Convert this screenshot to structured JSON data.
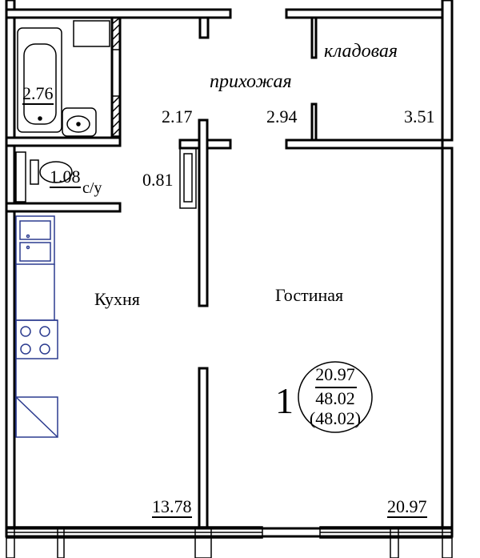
{
  "rooms": {
    "hallway": "прихожая",
    "storage": "кладовая",
    "kitchen": "Кухня",
    "living": "Гостиная",
    "wc": "с/у"
  },
  "areas": {
    "bath": "2.76",
    "wc": "1.08",
    "closet": "0.81",
    "hall_left": "2.17",
    "hall_right": "2.94",
    "storage": "3.51",
    "kitchen": "13.78",
    "living": "20.97"
  },
  "apartment": {
    "rooms_count": "1",
    "living_area": "20.97",
    "total_area": "48.02",
    "total_area_paren": "(48.02)"
  }
}
